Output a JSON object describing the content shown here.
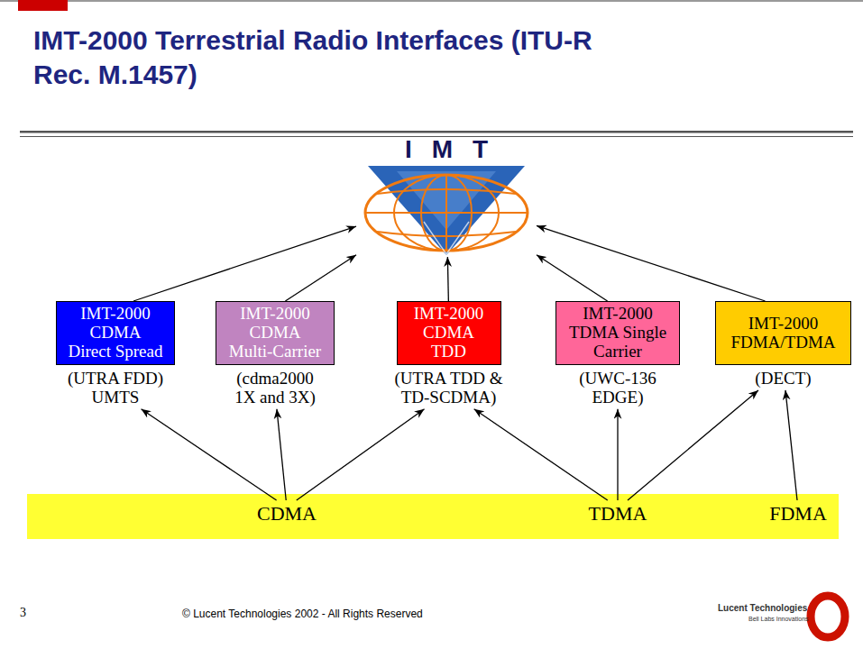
{
  "diagram": {
    "title": "IMT-2000 Terrestrial Radio Interfaces (ITU-R Rec. M.1457)",
    "nodes": [
      {
        "text": [
          "IMT"
        ]
      },
      {
        "text": [
          "IMT-2000 CDMA Direct Spread",
          "(UTRA FDD) UMTS"
        ]
      },
      {
        "text": [
          "IMT-2000 CDMA Multi-Carrier",
          "(cdma2000 1X and 3X)"
        ]
      },
      {
        "text": [
          "IMT-2000 CDMA TDD",
          "(UTRA TDD & TD-SCDMA)"
        ]
      },
      {
        "text": [
          "IMT-2000 TDMA Single Carrier",
          "(UWC-136 EDGE)"
        ]
      },
      {
        "text": [
          "IMT-2000 FDMA/TDMA",
          "(DECT)"
        ]
      },
      {
        "text": [
          "CDMA"
        ]
      },
      {
        "text": [
          "TDMA"
        ]
      },
      {
        "text": [
          "FDMA"
        ]
      }
    ],
    "edges": [
      {
        "from": 1,
        "to": 0,
        "arrow": "to"
      },
      {
        "from": 2,
        "to": 0,
        "arrow": "to"
      },
      {
        "from": 3,
        "to": 0,
        "arrow": "to"
      },
      {
        "from": 4,
        "to": 0,
        "arrow": "to"
      },
      {
        "from": 5,
        "to": 0,
        "arrow": "to"
      },
      {
        "from": 6,
        "to": 1,
        "arrow": "to"
      },
      {
        "from": 6,
        "to": 2,
        "arrow": "to"
      },
      {
        "from": 6,
        "to": 3,
        "arrow": "to"
      },
      {
        "from": 7,
        "to": 3,
        "arrow": "to"
      },
      {
        "from": 7,
        "to": 4,
        "arrow": "to"
      },
      {
        "from": 7,
        "to": 5,
        "arrow": "to"
      },
      {
        "from": 8,
        "to": 5,
        "arrow": "to"
      }
    ],
    "labels": [
      "3",
      "© Lucent Technologies 2002 - All Rights Reserved",
      "Lucent Technologies",
      "Bell Labs Innovations"
    ]
  }
}
